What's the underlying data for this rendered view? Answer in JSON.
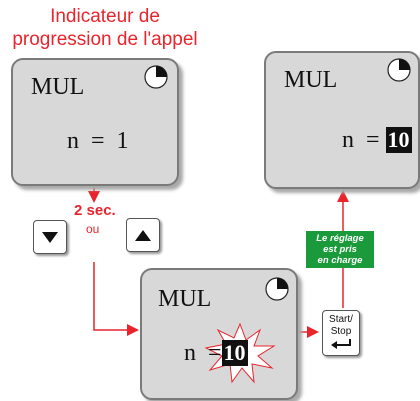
{
  "caption": {
    "line1": "Indicateur de",
    "line2": "progression de l'appel"
  },
  "screens": {
    "top_left": {
      "title": "MUL",
      "value_prefix": "n  =  ",
      "value": "1"
    },
    "top_right": {
      "title": "MUL",
      "value_prefix": "n  = ",
      "value": "10"
    },
    "bottom": {
      "title": "MUL",
      "value_prefix": "n  =",
      "value": "10"
    }
  },
  "transition": {
    "delay": "2 sec.",
    "or": "ou"
  },
  "keys": {
    "down": "down-arrow-icon",
    "up": "up-arrow-icon"
  },
  "confirm_badge": {
    "line1": "Le réglage",
    "line2": "est pris",
    "line3": "en charge"
  },
  "start_stop": {
    "line1": "Start/",
    "line2": "Stop",
    "icon": "enter-arrow-icon"
  },
  "colors": {
    "accent_red": "#e8242c",
    "confirm_green": "#1a9a3a",
    "screen_bg": "#d8d8d8"
  }
}
